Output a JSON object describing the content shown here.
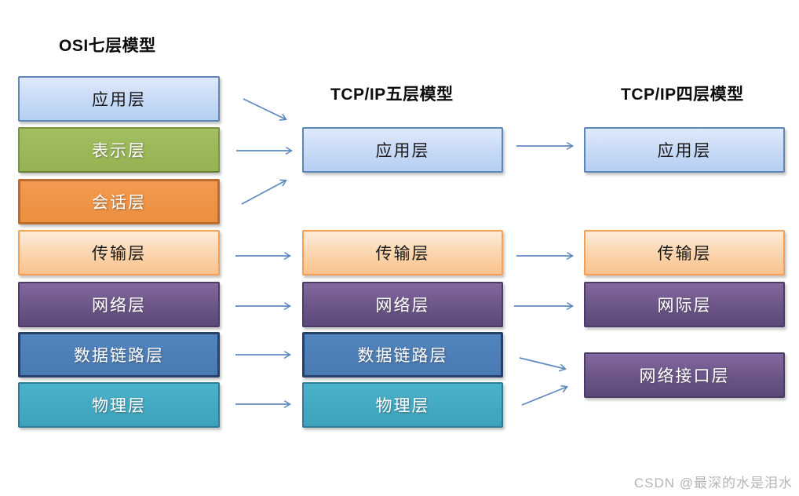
{
  "diagram": {
    "columns": [
      {
        "title": "OSI七层模型",
        "boxes": [
          {
            "label": "应用层",
            "color": "blue"
          },
          {
            "label": "表示层",
            "color": "green"
          },
          {
            "label": "会话层",
            "color": "orange"
          },
          {
            "label": "传输层",
            "color": "peach"
          },
          {
            "label": "网络层",
            "color": "purple"
          },
          {
            "label": "数据链路层",
            "color": "steel-blue"
          },
          {
            "label": "物理层",
            "color": "teal"
          }
        ]
      },
      {
        "title": "TCP/IP五层模型",
        "boxes": [
          {
            "label": "应用层",
            "color": "blue"
          },
          {
            "label": "传输层",
            "color": "peach"
          },
          {
            "label": "网络层",
            "color": "purple"
          },
          {
            "label": "数据链路层",
            "color": "steel-blue"
          },
          {
            "label": "物理层",
            "color": "teal"
          }
        ]
      },
      {
        "title": "TCP/IP四层模型",
        "boxes": [
          {
            "label": "应用层",
            "color": "blue"
          },
          {
            "label": "传输层",
            "color": "peach"
          },
          {
            "label": "网际层",
            "color": "purple"
          },
          {
            "label": "网络接口层",
            "color": "purple"
          }
        ]
      }
    ],
    "arrows": [
      {
        "from": "OSI 应用层",
        "to": "TCP/IP五层 应用层"
      },
      {
        "from": "OSI 表示层",
        "to": "TCP/IP五层 应用层"
      },
      {
        "from": "OSI 会话层",
        "to": "TCP/IP五层 应用层"
      },
      {
        "from": "OSI 传输层",
        "to": "TCP/IP五层 传输层"
      },
      {
        "from": "OSI 网络层",
        "to": "TCP/IP五层 网络层"
      },
      {
        "from": "OSI 数据链路层",
        "to": "TCP/IP五层 数据链路层"
      },
      {
        "from": "OSI 物理层",
        "to": "TCP/IP五层 物理层"
      },
      {
        "from": "TCP/IP五层 应用层",
        "to": "TCP/IP四层 应用层"
      },
      {
        "from": "TCP/IP五层 传输层",
        "to": "TCP/IP四层 传输层"
      },
      {
        "from": "TCP/IP五层 网络层",
        "to": "TCP/IP四层 网际层"
      },
      {
        "from": "TCP/IP五层 数据链路层",
        "to": "TCP/IP四层 网络接口层"
      },
      {
        "from": "TCP/IP五层 物理层",
        "to": "TCP/IP四层 网络接口层"
      }
    ],
    "colors": {
      "arrow": "#5f89c0",
      "blue_fill": "#c9dbf6",
      "blue_border": "#5d87b9",
      "green_fill": "#9bbb59",
      "green_border": "#7a9440",
      "orange_fill": "#ee9445",
      "orange_border": "#bd6c30",
      "peach_fill": "#fbd4ab",
      "peach_border": "#f7a055",
      "purple_fill": "#6f5990",
      "purple_border": "#4c3d66",
      "steel_blue_fill": "#4d7fba",
      "steel_blue_border": "#24426b",
      "teal_fill": "#44aac3",
      "teal_border": "#2e7d92"
    },
    "watermark": "CSDN @最深的水是泪水"
  }
}
